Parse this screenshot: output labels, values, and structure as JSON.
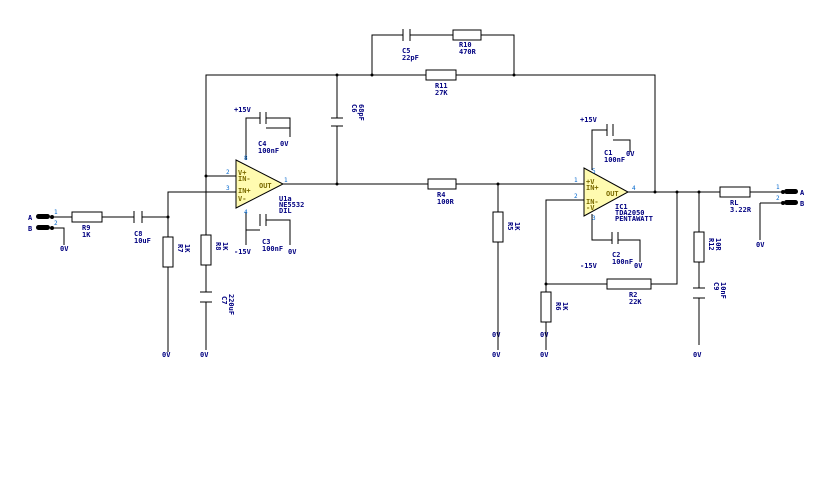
{
  "components": {
    "r9": {
      "name": "R9",
      "value": "1K"
    },
    "c8": {
      "name": "C8",
      "value": "10uF"
    },
    "r7": {
      "name": "R7",
      "value": "1K"
    },
    "r8": {
      "name": "R8",
      "value": "1K"
    },
    "c7": {
      "name": "C7",
      "value": "220uF"
    },
    "c4": {
      "name": "C4",
      "value": "100nF"
    },
    "c3": {
      "name": "C3",
      "value": "100nF"
    },
    "c6": {
      "name": "C6",
      "value": "68pF"
    },
    "c5": {
      "name": "C5",
      "value": "22pF"
    },
    "r10": {
      "name": "R10",
      "value": "470R"
    },
    "r11": {
      "name": "R11",
      "value": "27K"
    },
    "r4": {
      "name": "R4",
      "value": "100R"
    },
    "r5": {
      "name": "R5",
      "value": "1K"
    },
    "r6": {
      "name": "R6",
      "value": "1K"
    },
    "r2": {
      "name": "R2",
      "value": "22K"
    },
    "c1": {
      "name": "C1",
      "value": "100nF"
    },
    "c2": {
      "name": "C2",
      "value": "100nF"
    },
    "r12": {
      "name": "R12",
      "value": "10R"
    },
    "c9": {
      "name": "C9",
      "value": "10nF"
    },
    "rl": {
      "name": "RL",
      "value": "3.22R"
    }
  },
  "u1": {
    "ref": "U1a",
    "part": "NE5532",
    "pkg": "DIL",
    "vplus": "V+",
    "inminus": "IN-",
    "inplus": "IN+",
    "vminus": "V-",
    "out": "OUT"
  },
  "ic1": {
    "ref": "IC1",
    "part": "TDA2050",
    "pkg": "PENTAWATT",
    "plusv": "+V",
    "inplus": "IN+",
    "inminus": "IN-",
    "minusv": "-V",
    "out": "OUT"
  },
  "rails": {
    "pos": "+15V",
    "neg": "-15V",
    "gnd": "0V"
  },
  "pins": {
    "u1": {
      "vplus": "8",
      "inminus": "2",
      "inplus": "3",
      "out": "1",
      "vminus": "4"
    },
    "ic1": {
      "vplus": "5",
      "inplus": "1",
      "inminus": "2",
      "out": "4",
      "vminus": "3"
    },
    "in": {
      "a": "1",
      "b": "2"
    },
    "out": {
      "a": "1",
      "b": "2"
    }
  },
  "connectors": {
    "input_a": "A",
    "input_b": "B",
    "output_a": "A",
    "output_b": "B"
  },
  "colors": {
    "wire": "#000000",
    "label": "#000080",
    "opamp_fill": "#fffbb0",
    "pin": "#0066cc"
  }
}
